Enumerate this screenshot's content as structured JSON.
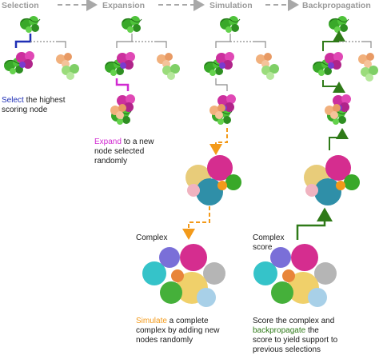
{
  "steps": [
    "Selection",
    "Expansion",
    "Simulation",
    "Backpropagation"
  ],
  "select": {
    "keyword": "Select",
    "line1_rest": " the highest",
    "line2": "scoring node"
  },
  "expand": {
    "keyword": "Expand",
    "line1_rest": " to a new",
    "line2": "node selected",
    "line3": "randomly"
  },
  "complex_label": "Complex",
  "complex_score": {
    "line1": "Complex",
    "line2": "score"
  },
  "simulate": {
    "keyword": "Simulate",
    "line1_rest": " a complete",
    "line2": "complex by adding new",
    "line3": "nodes randomly"
  },
  "backprop": {
    "line1": "Score the complex and",
    "keyword": "backpropagate",
    "line2_rest": " the",
    "line3": "score to yield support to",
    "line4": "previous selections"
  },
  "colors": {
    "header_gray": "#9a9a9a",
    "select_blue": "#1f2fb5",
    "expand_magenta": "#d12ad1",
    "simulate_orange": "#f39a1a",
    "backprop_green": "#2f7a18",
    "tree_gray": "#8c8c8c"
  }
}
